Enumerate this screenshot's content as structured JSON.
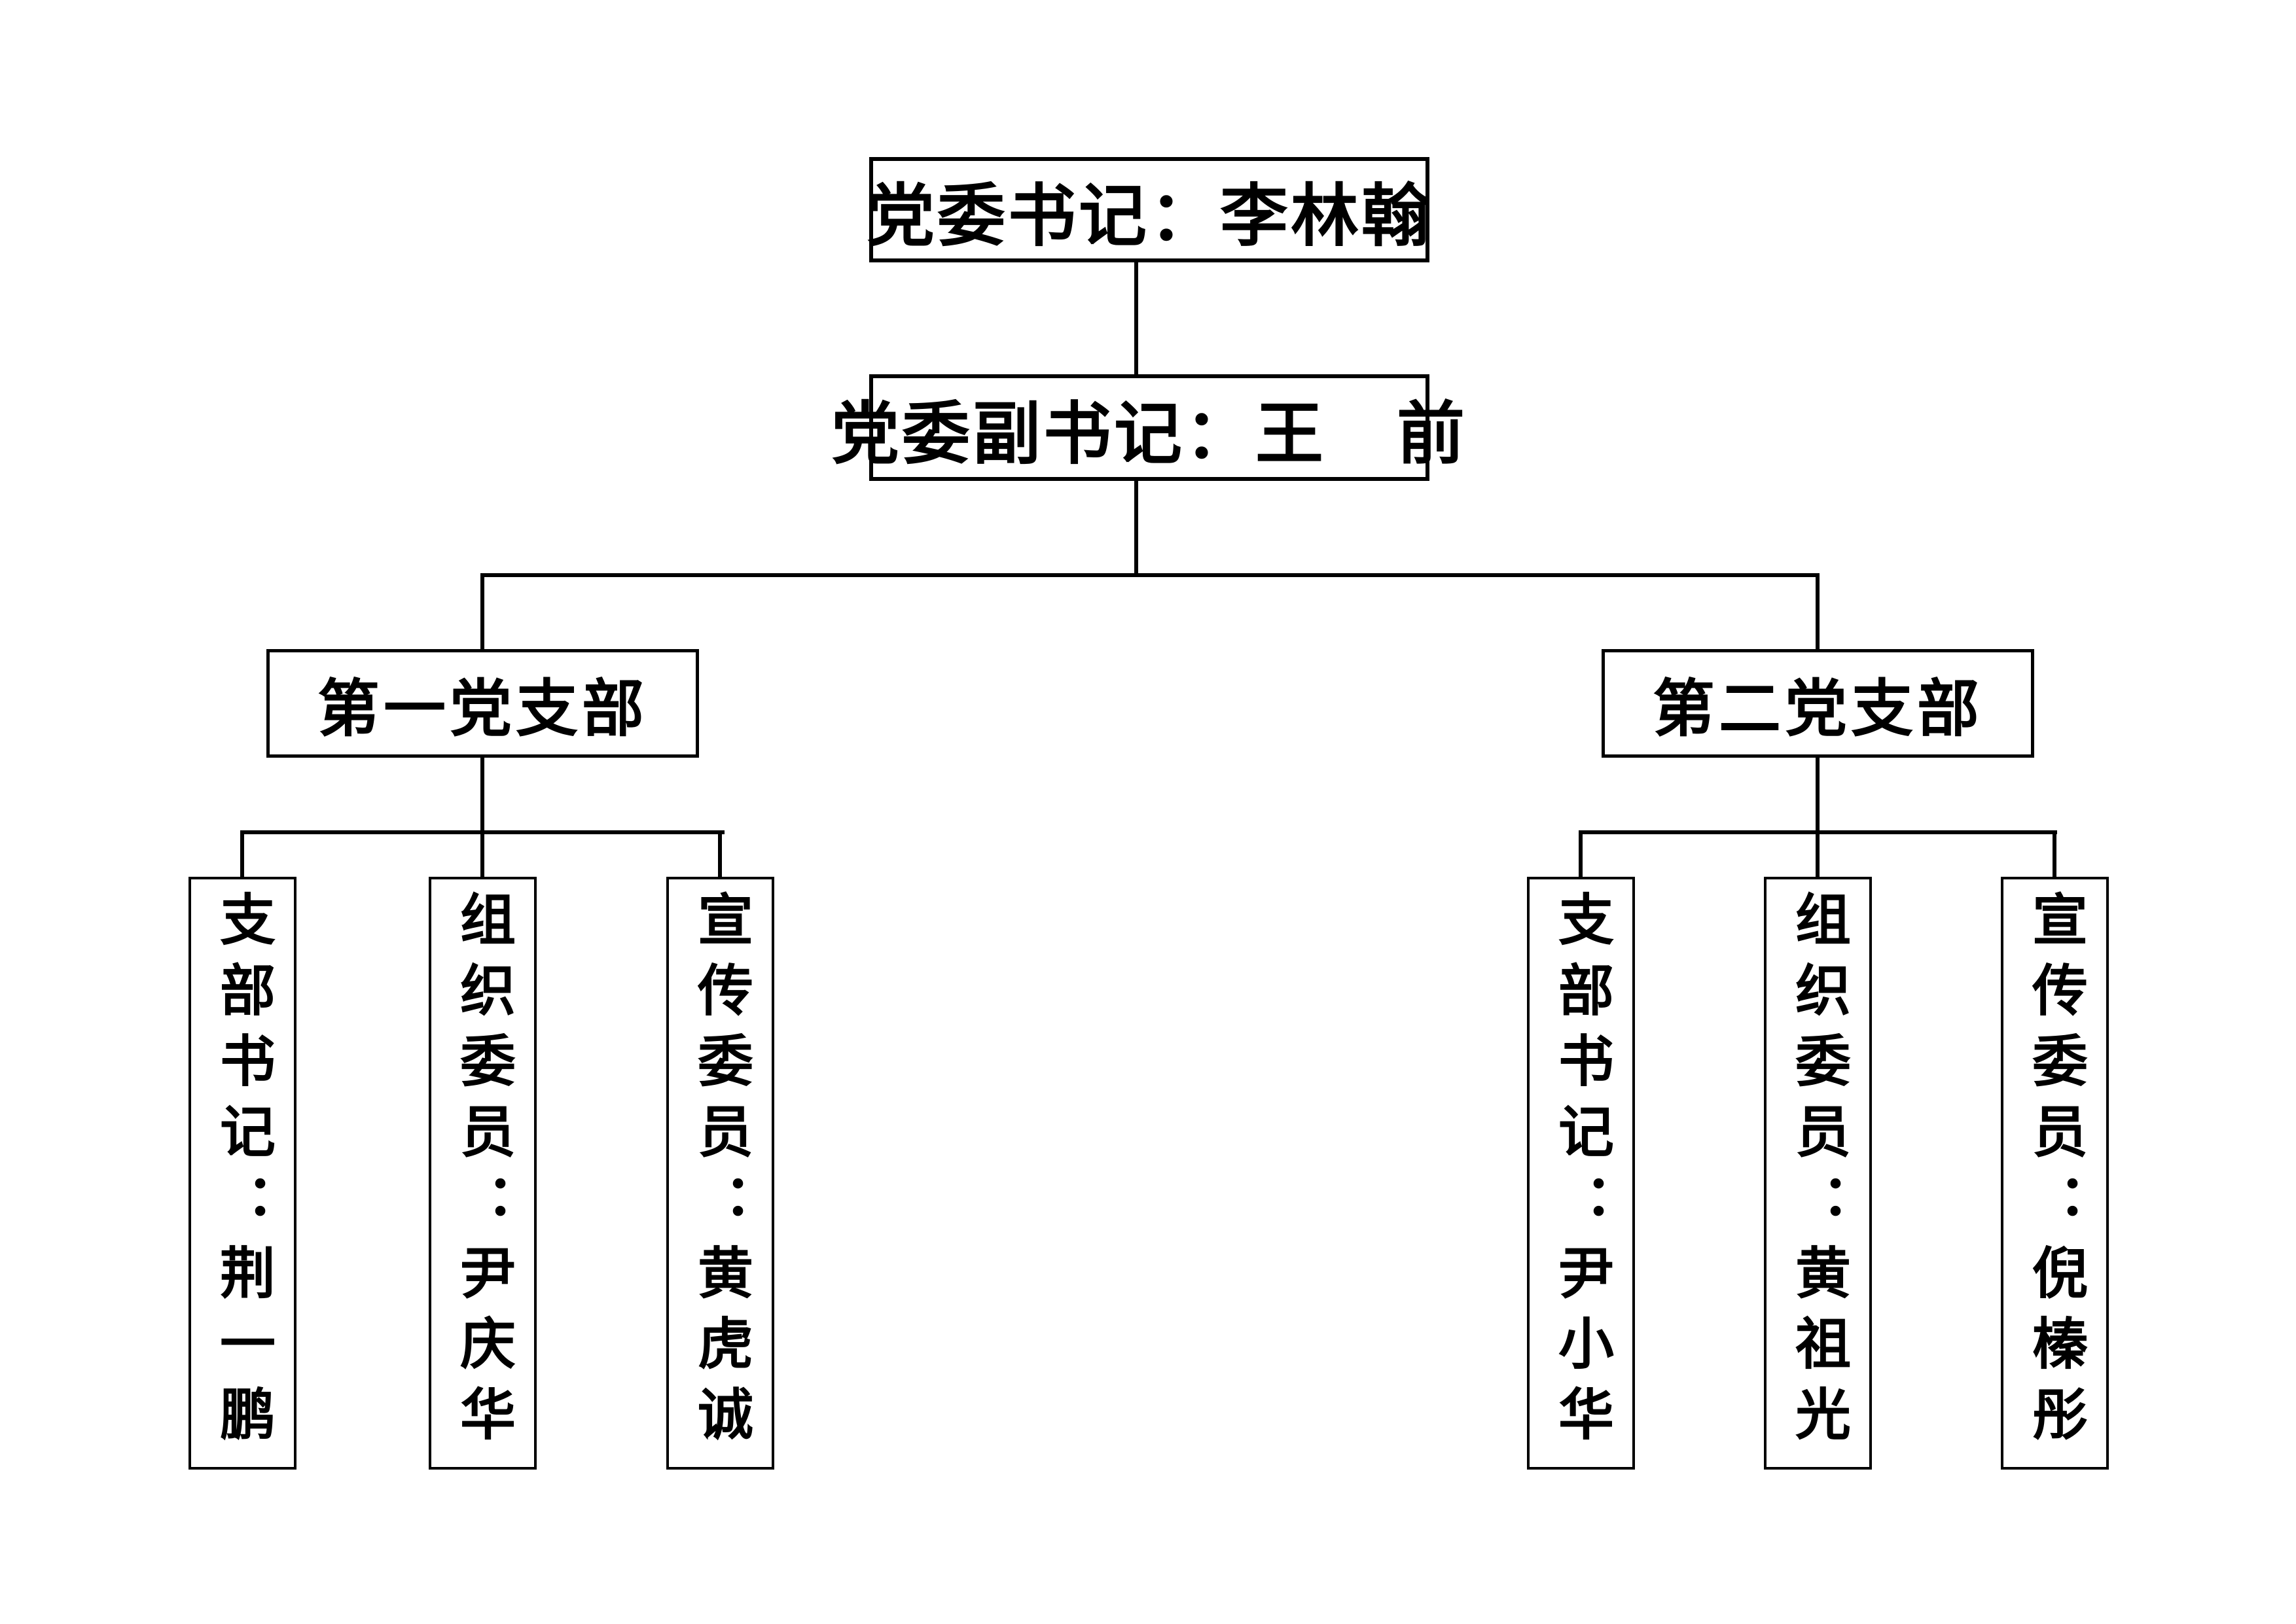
{
  "org": {
    "root": {
      "label": "党委书记：李林翰"
    },
    "deputy": {
      "label": "党委副书记：王　前"
    },
    "branches": [
      {
        "label": "第一党支部",
        "members": [
          "支部书记：荆一鹏",
          "组织委员：尹庆华",
          "宣传委员：黄虎诚"
        ]
      },
      {
        "label": "第二党支部",
        "members": [
          "支部书记：尹小华",
          "组织委员：黄祖光",
          "宣传委员：倪榛彤"
        ]
      }
    ]
  },
  "colors": {
    "background": "#ffffff",
    "line": "#000000",
    "text": "#000000",
    "box_fill": "#ffffff"
  }
}
